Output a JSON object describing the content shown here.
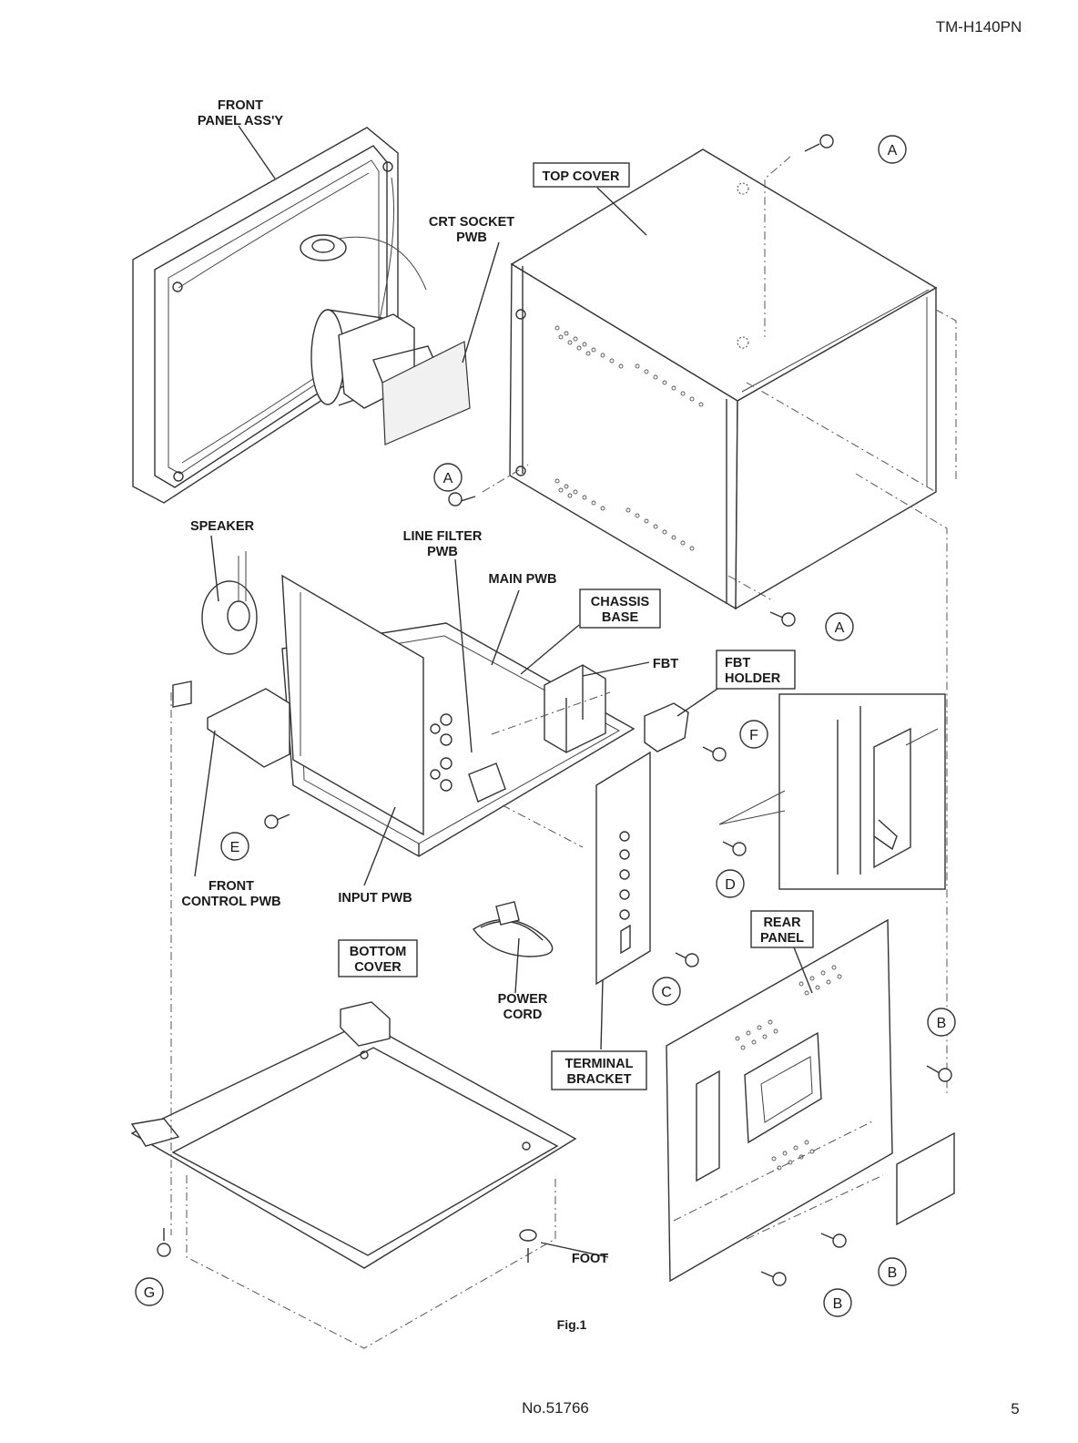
{
  "header": {
    "model": "TM-H140PN"
  },
  "footer": {
    "doc_no": "No.51766",
    "page": "5"
  },
  "figure": {
    "caption": "Fig.1"
  },
  "labels": {
    "front_panel_1": "FRONT",
    "front_panel_2": "PANEL ASS'Y",
    "crt_socket_1": "CRT SOCKET",
    "crt_socket_2": "PWB",
    "top_cover": "TOP COVER",
    "speaker": "SPEAKER",
    "line_filter_1": "LINE FILTER",
    "line_filter_2": "PWB",
    "main_pwb": "MAIN PWB",
    "chassis_1": "CHASSIS",
    "chassis_2": "BASE",
    "fbt": "FBT",
    "fbt_holder_1": "FBT",
    "fbt_holder_2": "HOLDER",
    "front_control_1": "FRONT",
    "front_control_2": "CONTROL PWB",
    "input_pwb": "INPUT PWB",
    "bottom_cover_1": "BOTTOM",
    "bottom_cover_2": "COVER",
    "power_cord_1": "POWER",
    "power_cord_2": "CORD",
    "rear_panel_1": "REAR",
    "rear_panel_2": "PANEL",
    "terminal_1": "TERMINAL",
    "terminal_2": "BRACKET",
    "foot": "FOOT"
  },
  "screw_refs": {
    "a1": "A",
    "a2": "A",
    "a3": "A",
    "b1": "B",
    "b2": "B",
    "b3": "B",
    "c": "C",
    "d": "D",
    "e": "E",
    "f": "F",
    "g": "G"
  }
}
